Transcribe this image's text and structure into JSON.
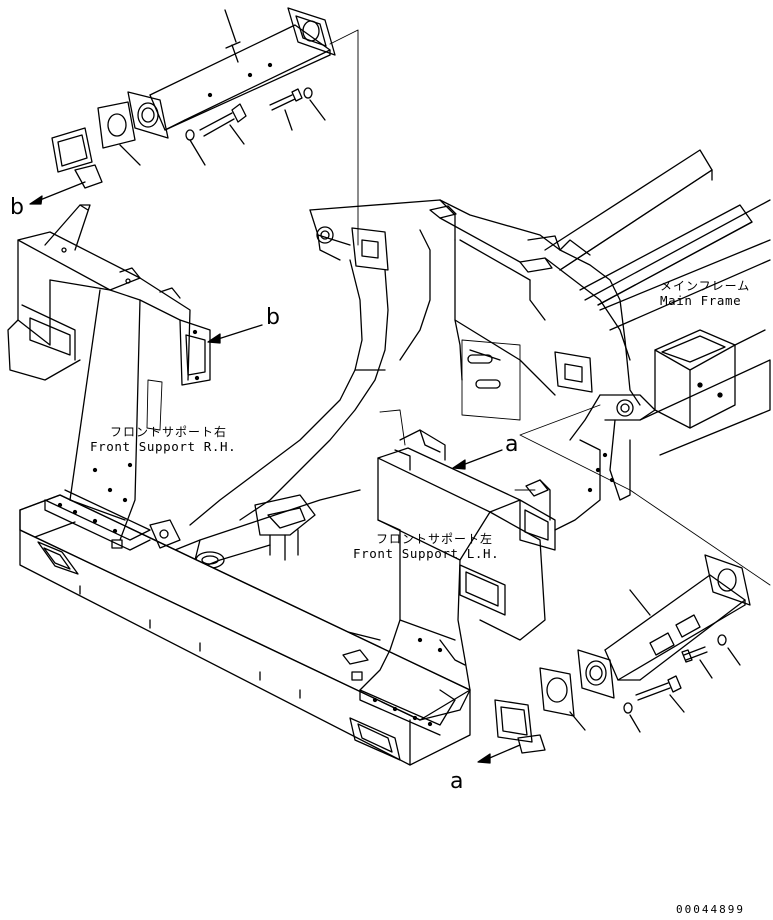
{
  "labels": {
    "main_frame_jp": "メインフレーム",
    "main_frame_en": "Main Frame",
    "front_support_rh_jp": "フロントサポート右",
    "front_support_rh_en": "Front Support R.H.",
    "front_support_lh_jp": "フロントサポート左",
    "front_support_lh_en": "Front Support L.H."
  },
  "view_refs": {
    "b_top": "b",
    "b_mid": "b",
    "a_mid": "a",
    "a_bottom": "a"
  },
  "document_number": "00044899"
}
